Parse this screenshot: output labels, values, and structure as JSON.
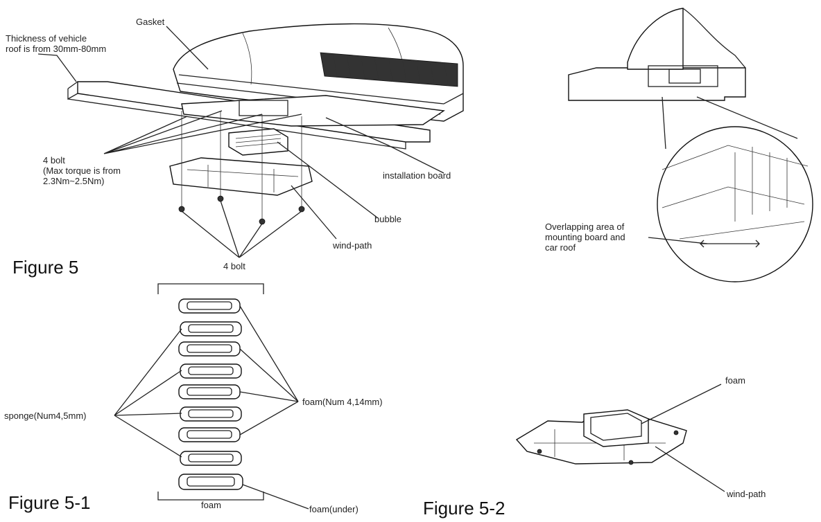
{
  "figure5": {
    "caption": "Figure 5",
    "labels": {
      "thickness": "Thickness of vehicle\nroof is from 30mm-80mm",
      "gasket": "Gasket",
      "bolt_upper": "4 bolt\n(Max torque is from\n2.3Nm~2.5Nm)",
      "installation_board": "installation board",
      "bubble": "bubble",
      "wind_path": "wind-path",
      "bolt_lower": "4 bolt"
    }
  },
  "figure5_overlap": {
    "label": "Overlapping area of\nmounting board and\ncar roof"
  },
  "figure5_1": {
    "caption": "Figure 5-1",
    "labels": {
      "sponge": "sponge(Num4,5mm)",
      "foam_stack": "foam(Num 4,14mm)",
      "foam_bottom": "foam",
      "foam_under": "foam(under)"
    }
  },
  "figure5_2": {
    "caption": "Figure 5-2",
    "labels": {
      "foam": "foam",
      "wind_path": "wind-path"
    }
  }
}
